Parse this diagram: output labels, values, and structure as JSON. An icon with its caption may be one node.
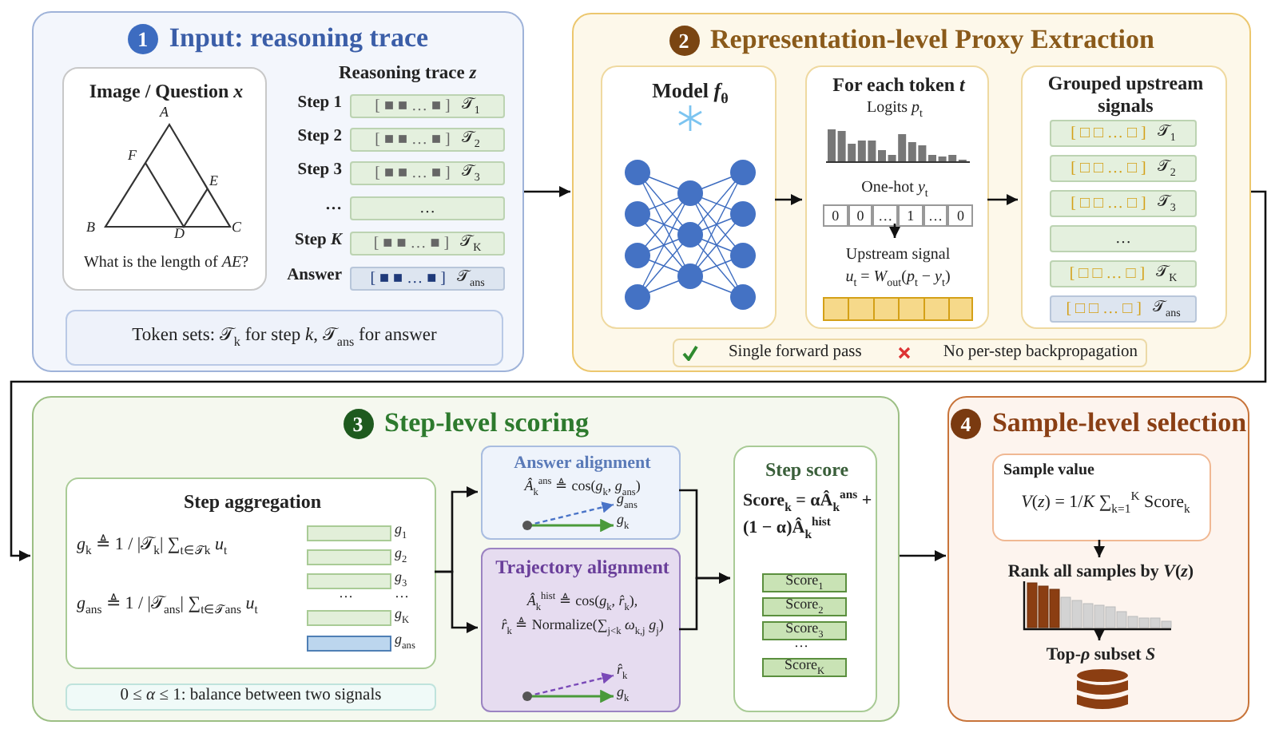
{
  "diagram": {
    "nodes": [
      {
        "text": [
          "1",
          "Input: reasoning trace"
        ]
      },
      {
        "text": [
          "Image / Question *x*",
          "What is the length of *AE*?"
        ],
        "in": 0
      },
      {
        "text": [
          "[ ■ ■ … ■ ]",
          "𝒯$_{1}$"
        ],
        "in": 0,
        "beside": [
          "Step 1"
        ]
      },
      {
        "text": [
          "[ ■ ■ … ■ ]",
          "𝒯$_{2}$"
        ],
        "in": 0,
        "beside": [
          "Step 2"
        ]
      },
      {
        "text": [
          "[ ■ ■ … ■ ]",
          "𝒯$_{3}$"
        ],
        "in": 0,
        "beside": [
          "Step 3"
        ]
      },
      {
        "text": [
          "…"
        ],
        "in": 0,
        "beside": [
          "…"
        ]
      },
      {
        "text": [
          "[ ■ ■ … ■ ]",
          "𝒯$_{K}$"
        ],
        "in": 0,
        "beside": [
          "Step *K*"
        ]
      },
      {
        "text": [
          "[ ■ ■ … ■ ]",
          "𝒯$_{ans}$"
        ],
        "in": 0,
        "beside": [
          "Answer"
        ]
      },
      {
        "text": [
          "Token sets: 𝒯$_{k}$ for step *k*, 𝒯$_{ans}$ for answer"
        ],
        "in": 0
      },
      {
        "text": [
          "2",
          "Representation-level Proxy Extraction"
        ]
      },
      {
        "text": [
          "Model *f*$_{θ}$"
        ],
        "in": 9
      },
      {
        "text": [
          "For each token *t*"
        ],
        "in": 9
      },
      {
        "text": [
          "0",
          "0",
          "…",
          "1",
          "…",
          "0"
        ],
        "in": 11,
        "beside": [
          "One-hot *y*$_{t}$"
        ]
      },
      {
        "text": [
          "Upstream signal",
          "*u*$_{t}$ = *W*$_{out}$(*p*$_{t}$ − *y*$_{t}$)"
        ],
        "in": 11
      },
      {
        "text": [
          "Grouped upstream signals"
        ],
        "in": 9
      },
      {
        "text": [
          "[ □ □ … □ ]",
          "𝒯$_{1}$"
        ],
        "in": 14
      },
      {
        "text": [
          "[ □ □ … □ ]",
          "𝒯$_{2}$"
        ],
        "in": 14
      },
      {
        "text": [
          "[ □ □ … □ ]",
          "𝒯$_{3}$"
        ],
        "in": 14
      },
      {
        "text": [
          "…"
        ],
        "in": 14
      },
      {
        "text": [
          "[ □ □ … □ ]",
          "𝒯$_{K}$"
        ],
        "in": 14
      },
      {
        "text": [
          "[ □ □ … □ ]",
          "𝒯$_{ans}$"
        ],
        "in": 14
      },
      {
        "text": [
          "Single forward pass",
          "No per-step backpropagation"
        ],
        "in": 9
      },
      {
        "text": [
          "3",
          "Step-level scoring"
        ]
      },
      {
        "text": [
          "Step aggregation",
          "*g*$_{k}$ ≜ 1 / |𝒯$_{k}$| ∑$_{t∈𝒯k}$ *u*$_{t}$",
          "*g*$_{ans}$ ≜ 1 / |𝒯$_{ans}$| ∑$_{t∈𝒯ans}$ *u*$_{t}$"
        ],
        "in": 22
      },
      {
        "text": [
          "Answer alignment",
          "*Â*$_{k}$$^{ans}$ ≜ cos(*g*$_{k}$, *g*$_{ans}$)"
        ],
        "in": 22
      },
      {
        "text": [
          "Trajectory alignment",
          "*Â*$_{k}$$^{hist}$ ≜ cos(*g*$_{k}$, *r̂*$_{k}$),",
          "*r̂*$_{k}$ ≜ Normalize(∑$_{j<k}$ *ω*$_{k,j}$ *g*$_{j}$)"
        ],
        "in": 22
      },
      {
        "text": [
          "Step score",
          "Score$_{k}$ = αÂ$_{k}$$^{ans}$ +(1 − α)Â$_{k}$$^{hist}$"
        ],
        "in": 22
      },
      {
        "text": [
          "Score$_{1}$"
        ],
        "in": 26
      },
      {
        "text": [
          "Score$_{2}$"
        ],
        "in": 26
      },
      {
        "text": [
          "Score$_{3}$"
        ],
        "in": 26
      },
      {
        "text": [
          "Score$_{K}$"
        ],
        "in": 26
      },
      {
        "text": [
          "0 ≤ *α* ≤ 1: balance between two signals"
        ],
        "in": 22
      },
      {
        "text": [
          "4",
          "Sample-level selection"
        ]
      },
      {
        "text": [
          "Sample value",
          "*V*(*z*) = 1/*K* ∑$_{k=1}$$^{K}$ Score$_{k}$"
        ],
        "in": 32
      },
      {
        "text": [
          "Rank all samples by *V*(*z*)"
        ],
        "in": 32
      },
      {
        "text": [],
        "shape": "picture",
        "in": 32
      },
      {
        "text": [
          "Top-*ρ* subset *S*"
        ],
        "in": 32
      }
    ],
    "edges": [
      {
        "from": 0,
        "to": 9,
        "arrow": "to"
      },
      {
        "from": 10,
        "to": 11,
        "arrow": "to"
      },
      {
        "from": 11,
        "to": 14,
        "arrow": "to"
      },
      {
        "from": 12,
        "to": 13,
        "arrow": "to"
      },
      {
        "from": 9,
        "to": 22,
        "arrow": "to"
      },
      {
        "from": 23,
        "to": 24,
        "arrow": "to"
      },
      {
        "from": 23,
        "to": 25,
        "arrow": "to"
      },
      {
        "from": 24,
        "to": 26,
        "arrow": "to"
      },
      {
        "from": 25,
        "to": 26,
        "arrow": "to"
      },
      {
        "from": 22,
        "to": 32,
        "arrow": "to"
      },
      {
        "from": 33,
        "to": 34,
        "arrow": "to"
      },
      {
        "from": 35,
        "to": 36,
        "arrow": "to"
      }
    ],
    "labels": [
      "Reasoning trace *z*",
      "A",
      "F",
      "E",
      "B",
      "D",
      "C",
      "Logits *p*$_{t}$",
      "*g*$_{1}$",
      "*g*$_{2}$",
      "*g*$_{3}$",
      "…",
      "…",
      "*g*$_{K}$",
      "*g*$_{ans}$",
      "*g*$_{ans}$",
      "*g*$_{k}$",
      "*r̂*$_{k}$",
      "*g*$_{k}$",
      "…"
    ]
  }
}
